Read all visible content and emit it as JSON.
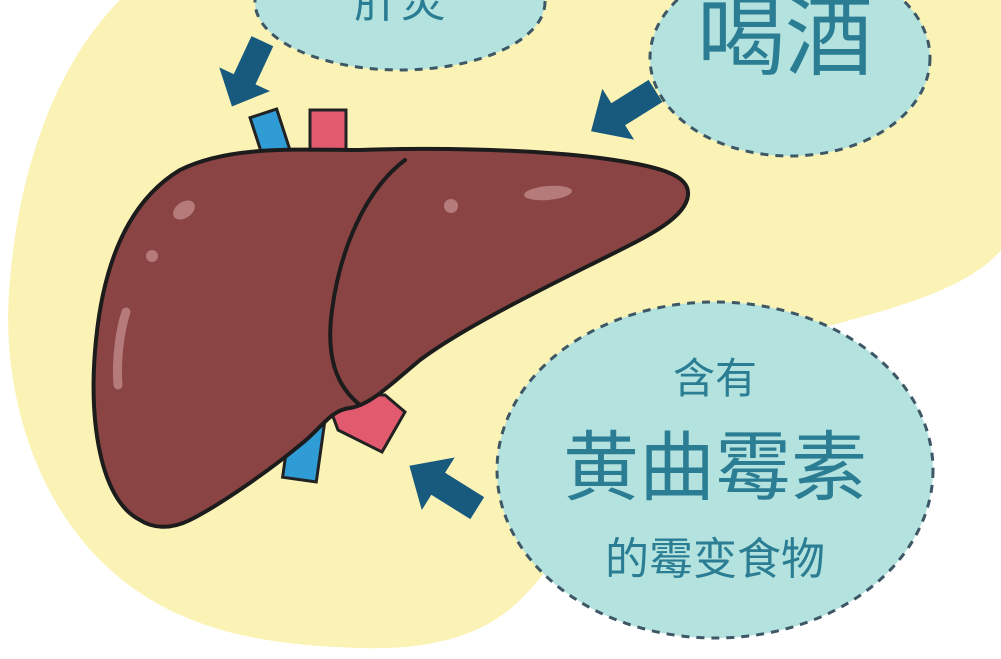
{
  "bubbles": {
    "hepatitis": {
      "text": "肝炎"
    },
    "drinking": {
      "text": "喝酒"
    },
    "moldy_food": {
      "line1": "含有",
      "line2": "黄曲霉素",
      "line3": "的霉变食物"
    }
  },
  "colors": {
    "background_blob": "#fbf3b5",
    "bubble_fill": "#b4e3df",
    "bubble_border": "#3d5766",
    "bubble_text": "#2b7d94",
    "arrow": "#175a7e",
    "liver": "#8b4444",
    "liver_highlight": "#b57b7b",
    "vein": "#2f9cd6",
    "artery": "#e25a6e"
  },
  "icons": {
    "arrows": [
      "arrow-down-right-icon",
      "arrow-down-left-icon",
      "arrow-up-left-icon"
    ]
  }
}
